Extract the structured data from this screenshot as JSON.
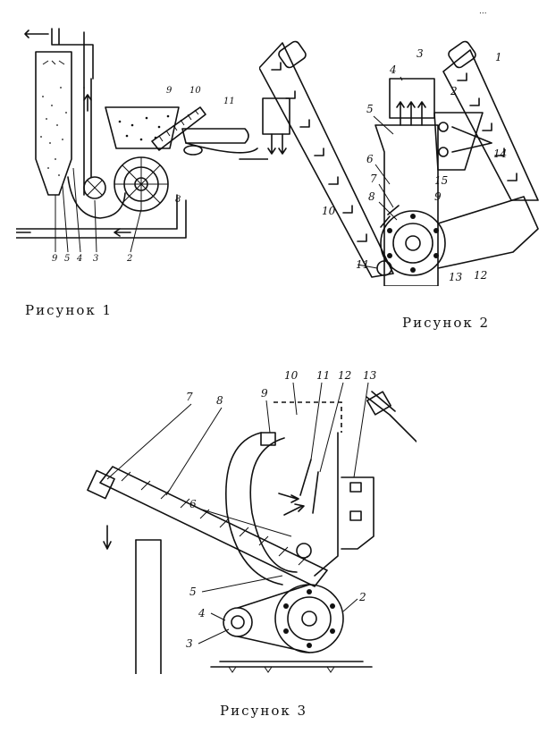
{
  "corner_mark": "...",
  "figures": [
    {
      "caption": "Рисунок 1",
      "labels": [
        "9",
        "5",
        "4",
        "3",
        "2",
        "9",
        "10",
        "11",
        "8"
      ]
    },
    {
      "caption": "Рисунок 2",
      "labels": [
        "1",
        "2",
        "3",
        "4",
        "5",
        "6",
        "7",
        "8",
        "9",
        "10",
        "11",
        "12",
        "13",
        "14",
        "15"
      ]
    },
    {
      "caption": "Рисунок 3",
      "labels": [
        "7",
        "8",
        "9",
        "10",
        "11",
        "12",
        "13",
        "6",
        "5",
        "4",
        "3",
        "2"
      ]
    }
  ]
}
